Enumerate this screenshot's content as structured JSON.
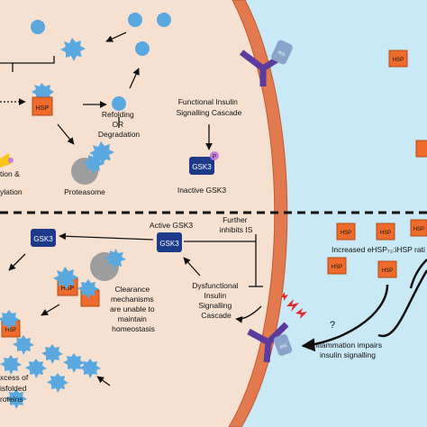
{
  "colors": {
    "cytoplasm": "#f6e0cf",
    "extracellular": "#c9e9f6",
    "membrane": "#e37a4f",
    "membrane_edge": "#c25a33",
    "protein": "#5aa8e0",
    "hsp": "#ee6b2b",
    "gsk3": "#1e3a8a",
    "receptor": "#5b3c9e",
    "ins": "#8aa3c9",
    "phosphate": "#c77de0",
    "proteasome": "#9e9e9e",
    "inflammation": "#e0282c"
  },
  "icons": [
    "hsp-box-icon",
    "gsk3-box-icon",
    "insulin-receptor-icon",
    "phosphate-icon",
    "proteasome-icon",
    "lightning-icon"
  ],
  "top": {
    "hsp": "HSP",
    "refolding": [
      "Refolding",
      "OR",
      "Degradation"
    ],
    "proteasome": "Proteasome",
    "cascade": [
      "Functional Insulin",
      "Signalling Cascade"
    ],
    "gsk3": "GSK3",
    "phospho": "P",
    "inactive": "Inactive GSK3",
    "left_partial": [
      "tion &",
      "ylation"
    ],
    "ins": "INS"
  },
  "bottom": {
    "gsk3_left": "GSK3",
    "active": "Active GSK3",
    "gsk3_center": "GSK3",
    "further": [
      "Further",
      "inhibits IS"
    ],
    "hsp": "HSP",
    "clearance": [
      "Clearance",
      "mechanisms",
      "are unable to",
      "maintain",
      "homeostasis"
    ],
    "dysfunctional": [
      "Dysfunctional",
      "Insulin",
      "Signalling",
      "Cascade"
    ],
    "excess": [
      "xcess of",
      "isfolded",
      "roteins"
    ],
    "question": "?",
    "inflammation": [
      "Inflammation impairs",
      "insulin signalling"
    ],
    "ehsp": "Increased eHSP₇₂:iHSP rati",
    "ins": "INS"
  }
}
